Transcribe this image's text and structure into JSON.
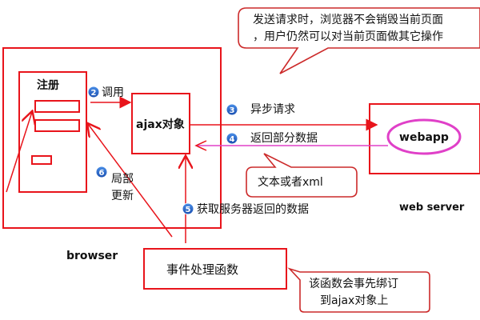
{
  "callout_top": {
    "line1": "发送请求时，浏览器不会销毁当前页面",
    "line2": "，用户仍然可以对当前页面做其它操作"
  },
  "register_box": {
    "title": "注册"
  },
  "ajax_object": {
    "label": "ajax对象"
  },
  "browser_label": "browser",
  "webapp_label": "webapp",
  "web_server_label": "web server",
  "event_handler": {
    "label": "事件处理函数"
  },
  "steps": [
    {
      "number": "2",
      "label": "调用"
    },
    {
      "number": "3",
      "label": "异步请求"
    },
    {
      "number": "4",
      "label": "返回部分数据"
    },
    {
      "number": "5",
      "label": "获取服务器返回的数据"
    },
    {
      "number": "6",
      "label_line1": "局部",
      "label_line2": "更新"
    }
  ],
  "callout_text_xml": "文本或者xml",
  "callout_bottom": {
    "line1": "该函数会事先绑订",
    "line2": "到ajax对象上"
  },
  "colors": {
    "red": "#e8141b",
    "magenta": "#e040c8",
    "blue_circle": "#1f5fc7",
    "callout_border": "#cc2a2a",
    "text": "#111111"
  }
}
